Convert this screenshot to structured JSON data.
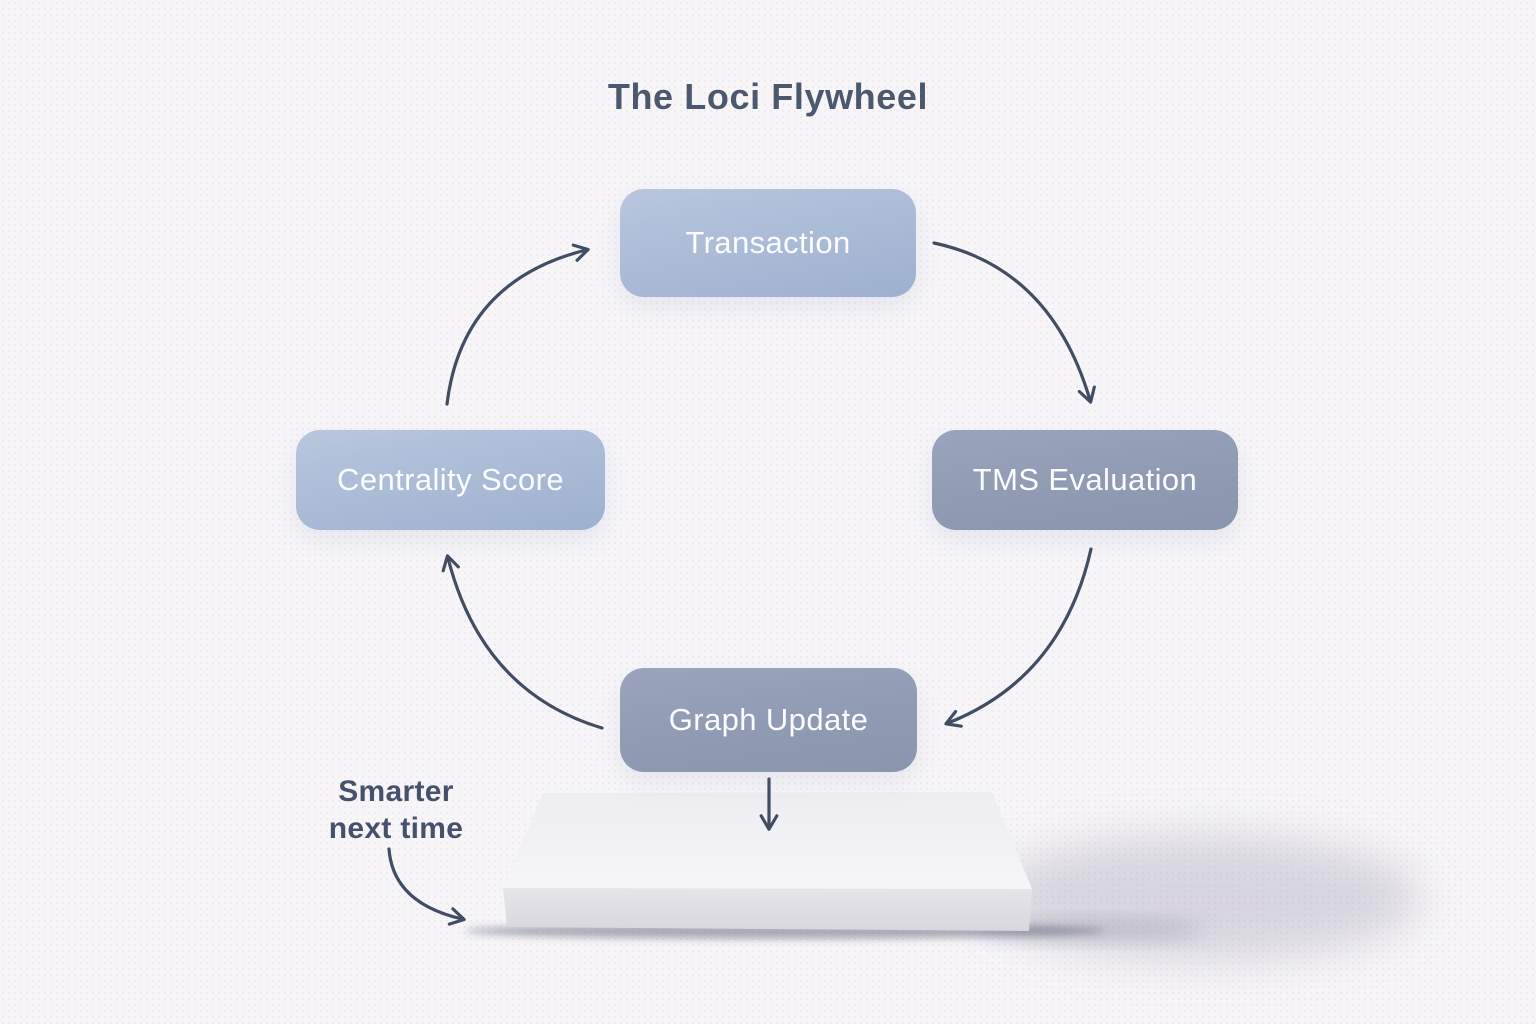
{
  "title": "The Loci Flywheel",
  "nodes": [
    {
      "id": "transaction",
      "label": "Transaction"
    },
    {
      "id": "tms-evaluation",
      "label": "TMS Evaluation"
    },
    {
      "id": "graph-update",
      "label": "Graph Update"
    },
    {
      "id": "centrality-score",
      "label": "Centrality Score"
    }
  ],
  "flow": [
    "Transaction -> TMS Evaluation",
    "TMS Evaluation -> Graph Update",
    "Graph Update -> Centrality Score",
    "Centrality Score -> Transaction",
    "Graph Update -> platform"
  ],
  "annotation": {
    "line1": "Smarter",
    "line2": "next time"
  },
  "colors": {
    "background": "#f7f5f8",
    "title_text": "#4c586d",
    "annotation_text": "#46526b",
    "arrow": "#414d63",
    "node_text": "#fafcff",
    "node_light_start": "#b9c6de",
    "node_light_end": "#9db0cf",
    "node_dark_start": "#9aa5bd",
    "node_dark_end": "#8a95ae",
    "platform_top": "#f1f0f4",
    "platform_front": "#dcdbe1"
  }
}
